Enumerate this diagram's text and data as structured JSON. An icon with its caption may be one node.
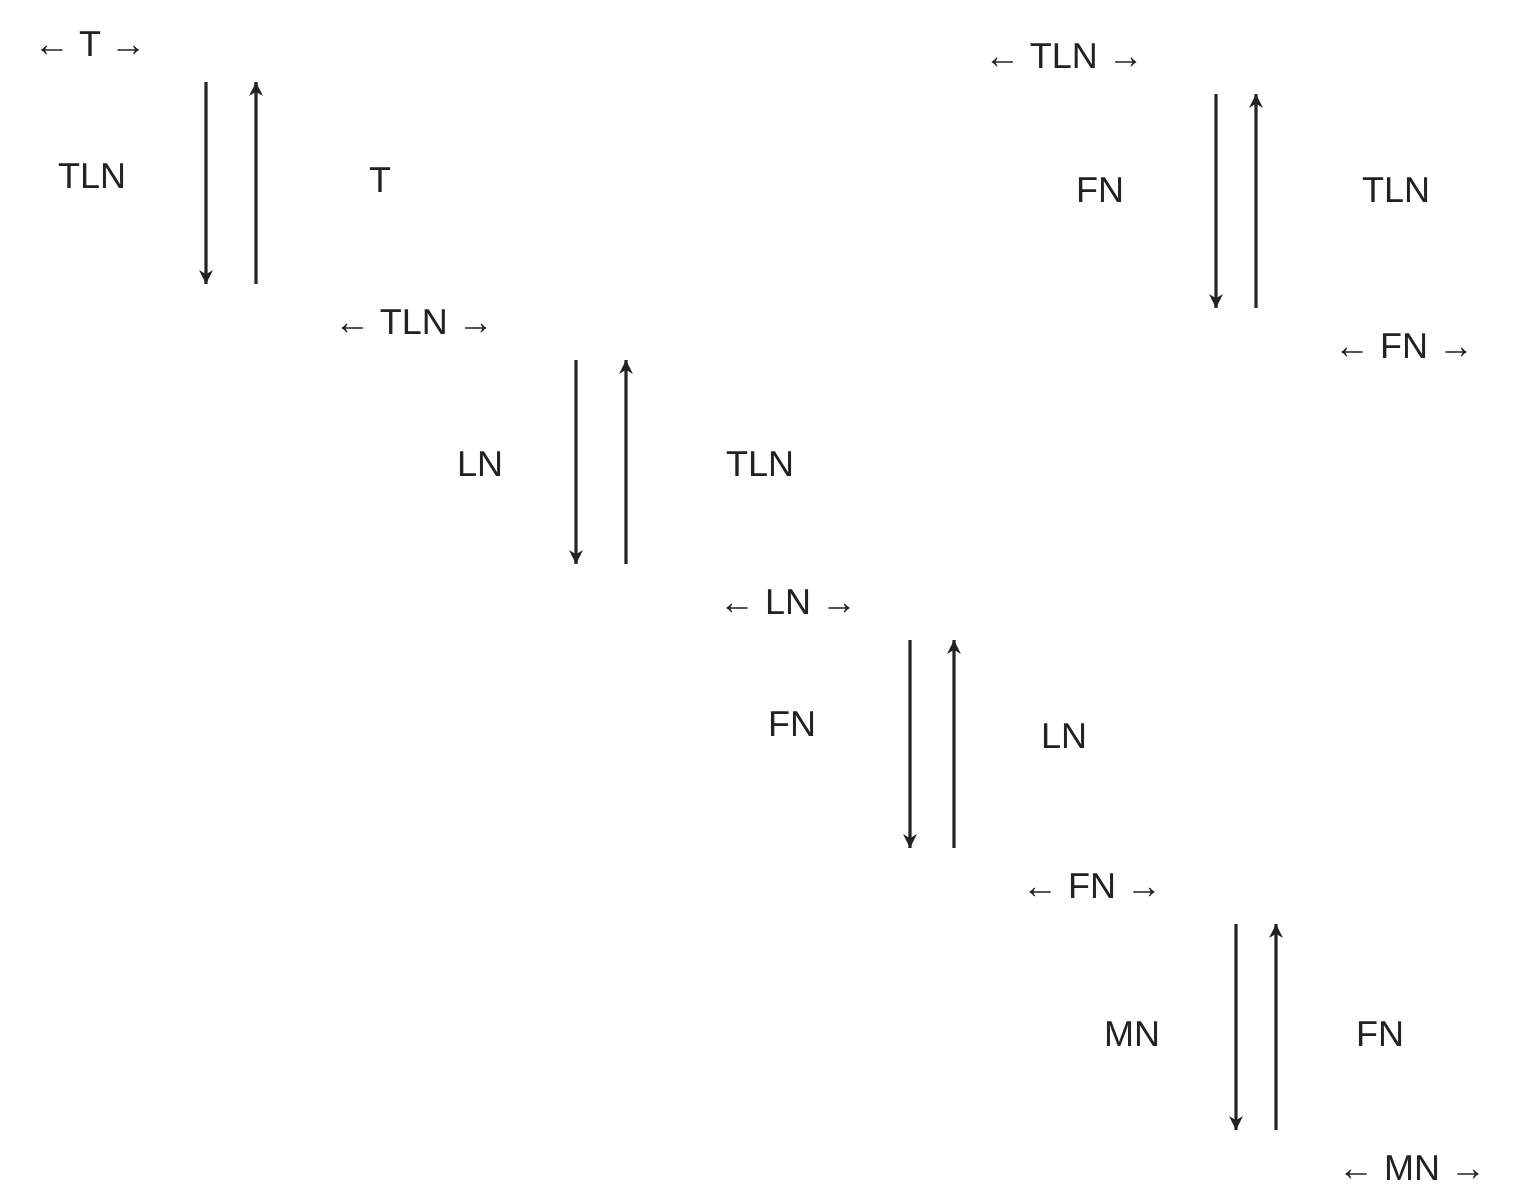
{
  "diagram": {
    "nodes": [
      {
        "text": [
          "← T →"
        ]
      },
      {
        "text": [
          "← TLN →"
        ]
      },
      {
        "text": [
          "← LN →"
        ]
      },
      {
        "text": [
          "← FN →"
        ]
      },
      {
        "text": [
          "← MN →"
        ]
      },
      {
        "text": [
          "← TLN →"
        ]
      },
      {
        "text": [
          "← FN →"
        ]
      }
    ],
    "edges": [
      {
        "from": 0,
        "to": 1,
        "arrow": "to",
        "label": "TLN"
      },
      {
        "from": 1,
        "to": 0,
        "arrow": "to",
        "label": "T"
      },
      {
        "from": 1,
        "to": 2,
        "arrow": "to",
        "label": "LN"
      },
      {
        "from": 2,
        "to": 1,
        "arrow": "to",
        "label": "TLN"
      },
      {
        "from": 2,
        "to": 3,
        "arrow": "to",
        "label": "FN"
      },
      {
        "from": 3,
        "to": 2,
        "arrow": "to",
        "label": "LN"
      },
      {
        "from": 3,
        "to": 4,
        "arrow": "to",
        "label": "MN"
      },
      {
        "from": 4,
        "to": 3,
        "arrow": "to",
        "label": "FN"
      },
      {
        "from": 5,
        "to": 6,
        "arrow": "to",
        "label": "FN"
      },
      {
        "from": 6,
        "to": 5,
        "arrow": "to",
        "label": "TLN"
      }
    ]
  }
}
